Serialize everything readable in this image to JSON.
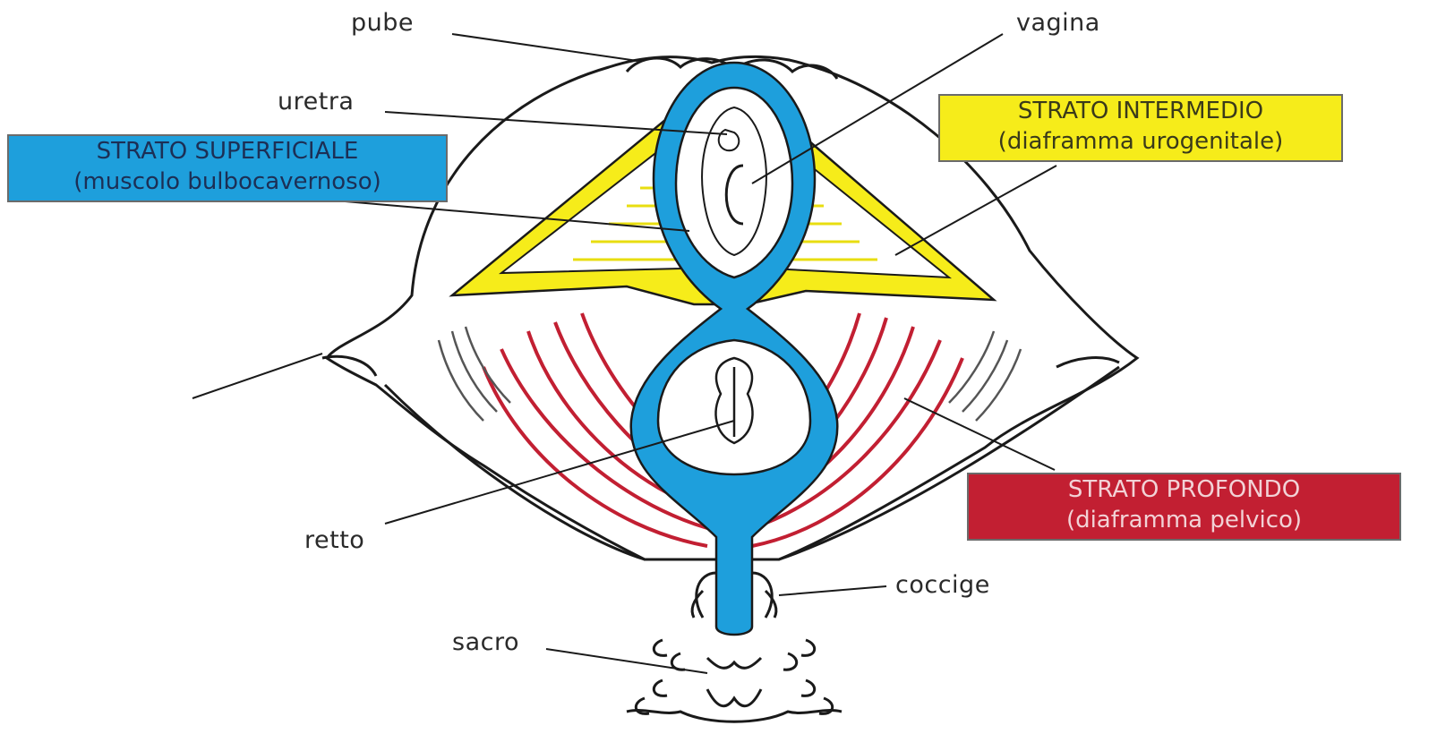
{
  "labels": {
    "pube": "pube",
    "vagina": "vagina",
    "uretra": "uretra",
    "retto": "retto",
    "coccige": "coccige",
    "sacro": "sacro"
  },
  "boxes": {
    "superficiale": {
      "title": "STRATO SUPERFICIALE",
      "subtitle": "(muscolo bulbocavernoso)"
    },
    "intermedio": {
      "title": "STRATO INTERMEDIO",
      "subtitle": "(diaframma urogenitale)"
    },
    "profondo": {
      "title": "STRATO PROFONDO",
      "subtitle": "(diaframma pelvico)"
    }
  },
  "colors": {
    "superficiale": "#1e9fdc",
    "intermedio": "#f6ec1a",
    "profondo": "#c21f32",
    "outline": "#1a1a1a"
  }
}
